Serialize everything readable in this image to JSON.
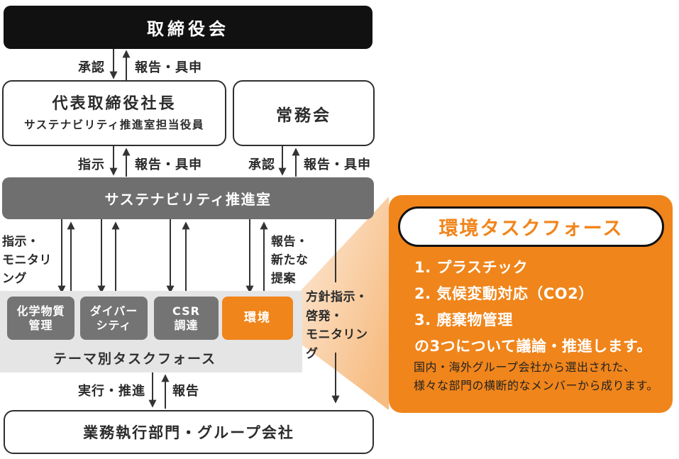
{
  "diagram": {
    "board": "取締役会",
    "president_title": "代表取締役社長",
    "president_subtitle": "サステナビリティ推進室担当役員",
    "managing_committee": "常務会",
    "sustainability_office": "サステナビリティ推進室",
    "flow_labels": {
      "approval_top": "承認",
      "report_top": "報告・具申",
      "instruction": "指示",
      "report_mid_left": "報告・具申",
      "approval_mid": "承認",
      "report_mid_right": "報告・具申",
      "instruction_monitoring": "指示・\nモニタリ\nング",
      "report_new_proposal": "報告・\n新たな\n提案",
      "policy_monitoring": "方針指示・\n啓発・\nモニタリン\nグ",
      "execute_promote": "実行・推進",
      "report_bottom": "報告"
    },
    "task_forces": [
      "化学物質\n管理",
      "ダイバー\nシティ",
      "CSR\n調達",
      "環境"
    ],
    "task_force_band_label": "テーマ別タスクフォース",
    "operations": "業務執行部門・グループ会社"
  },
  "callout": {
    "title": "環境タスクフォース",
    "items": [
      "1. プラスチック",
      "2. 気候変動対応（CO2）",
      "3. 廃棄物管理",
      "の3つについて議論・推進します。"
    ],
    "note": "国内・海外グループ会社から選出された、\n様々な部門の横断的なメンバーから成ります。"
  },
  "colors": {
    "accent_orange": "#F0851B",
    "board_black": "#111111",
    "office_gray": "#6F6F6F",
    "taskforce_gray": "#747474",
    "band_gray": "#E5E5E5",
    "arrow": "#333333",
    "text_dark": "#2B2B2B"
  }
}
